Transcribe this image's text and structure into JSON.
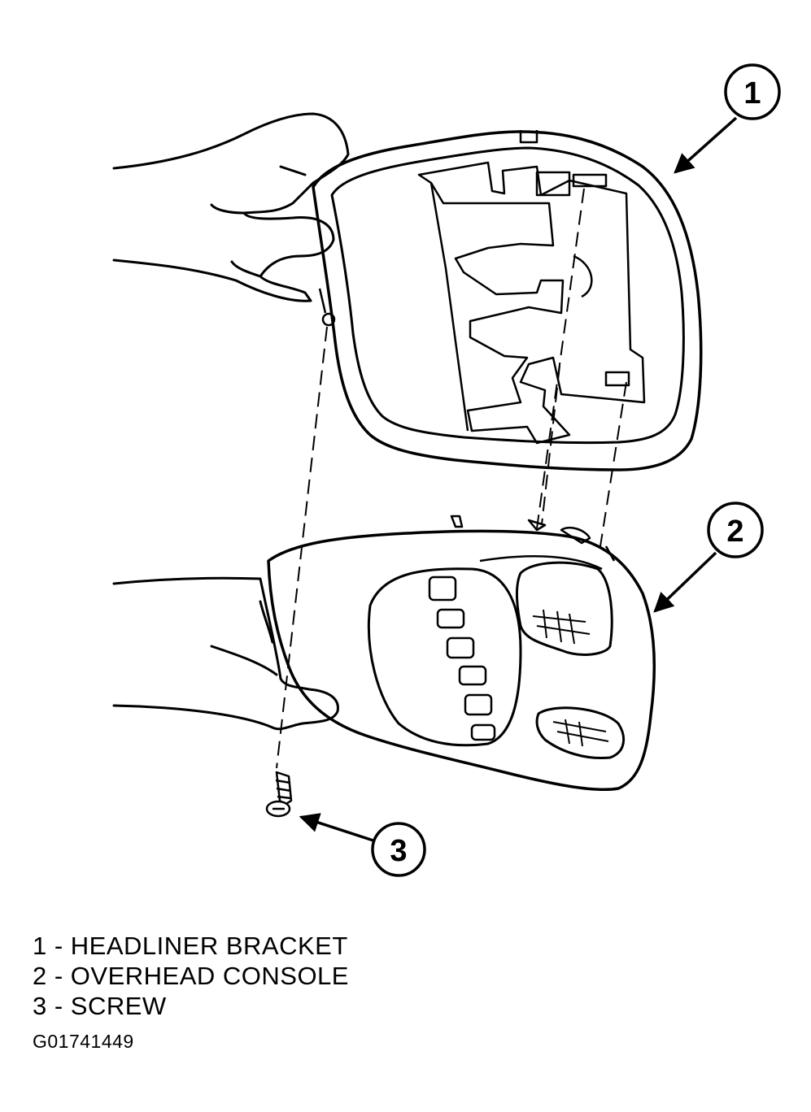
{
  "callouts": [
    {
      "number": "1"
    },
    {
      "number": "2"
    },
    {
      "number": "3"
    }
  ],
  "legend": [
    {
      "text": "1 - HEADLINER BRACKET"
    },
    {
      "text": "2 - OVERHEAD CONSOLE"
    },
    {
      "text": "3 - SCREW"
    }
  ],
  "figure_id": "G01741449"
}
